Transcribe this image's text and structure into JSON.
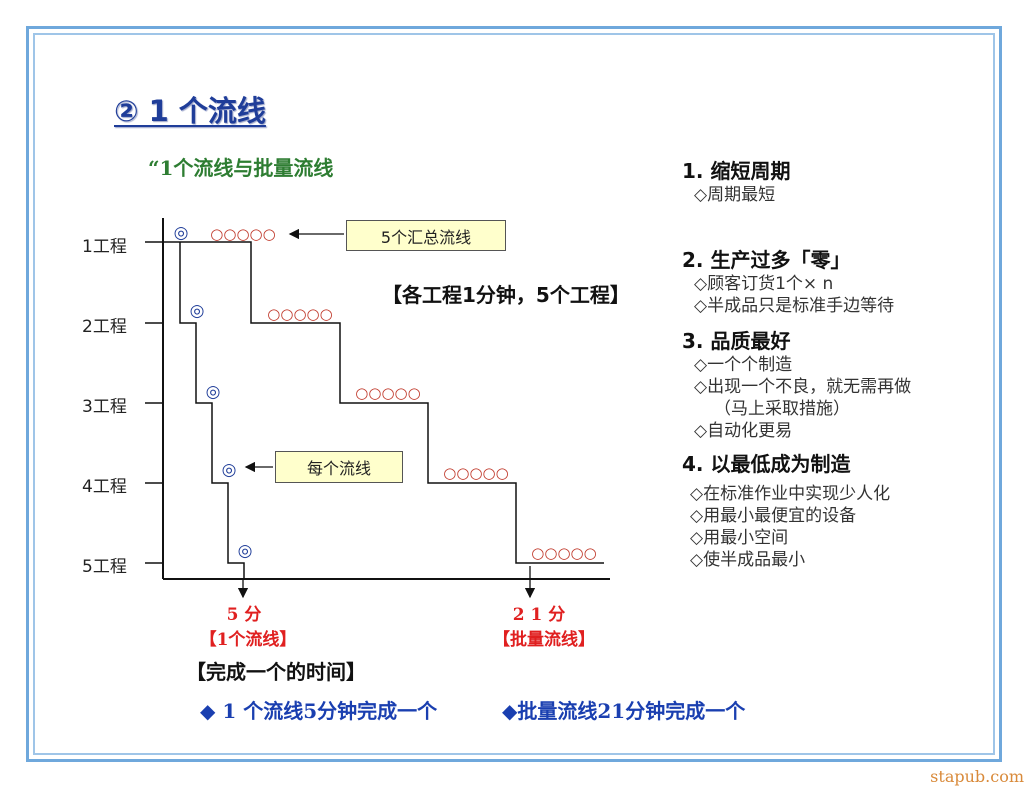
{
  "title": "② 1 个流线",
  "subtitle": "“1个流线与批量流线",
  "step_labels": [
    "1工程",
    "2工程",
    "3工程",
    "4工程",
    "5工程"
  ],
  "callouts": {
    "batch": "5个汇总流线",
    "single": "每个流线"
  },
  "statement": "【各工程1分钟，5个工程】",
  "single_marker": "◎",
  "batch_marker": "○○○○○",
  "times": {
    "single_value": "5 分",
    "single_name": "【1个流线】",
    "batch_value": "2 1 分",
    "batch_name": "【批量流线】"
  },
  "completion_label": "【完成一个的时间】",
  "summary": {
    "single": "◆ 1 个流线5分钟完成一个",
    "batch": "◆批量流线21分钟完成一个"
  },
  "benefits": [
    {
      "heading": "1.  缩短周期",
      "items": [
        "◇周期最短"
      ]
    },
    {
      "heading": "2. 生产过多「零」",
      "items": [
        "◇顾客订货1个× n",
        "◇半成品只是标准手边等待"
      ]
    },
    {
      "heading": "3. 品质最好",
      "items": [
        "◇一个个制造",
        "◇出现一个不良，就无需再做",
        "（马上采取措施）",
        "◇自动化更易"
      ]
    },
    {
      "heading": "4. 以最低成为制造",
      "items": [
        "◇在标准作业中实现少人化",
        "◇用最小最便宜的设备",
        "◇用最小空间",
        "◇使半成品最小"
      ]
    }
  ],
  "watermark": "stapub.com",
  "colors": {
    "frame": "#6fa8dc",
    "title": "#1f3d99",
    "subtitle": "#2e7d32",
    "batch_line": "#c0392b",
    "single_line": "#111111",
    "highlight_red": "#e02020",
    "summary_blue": "#1a3fb0",
    "callout_fill": "#ffffcc"
  }
}
